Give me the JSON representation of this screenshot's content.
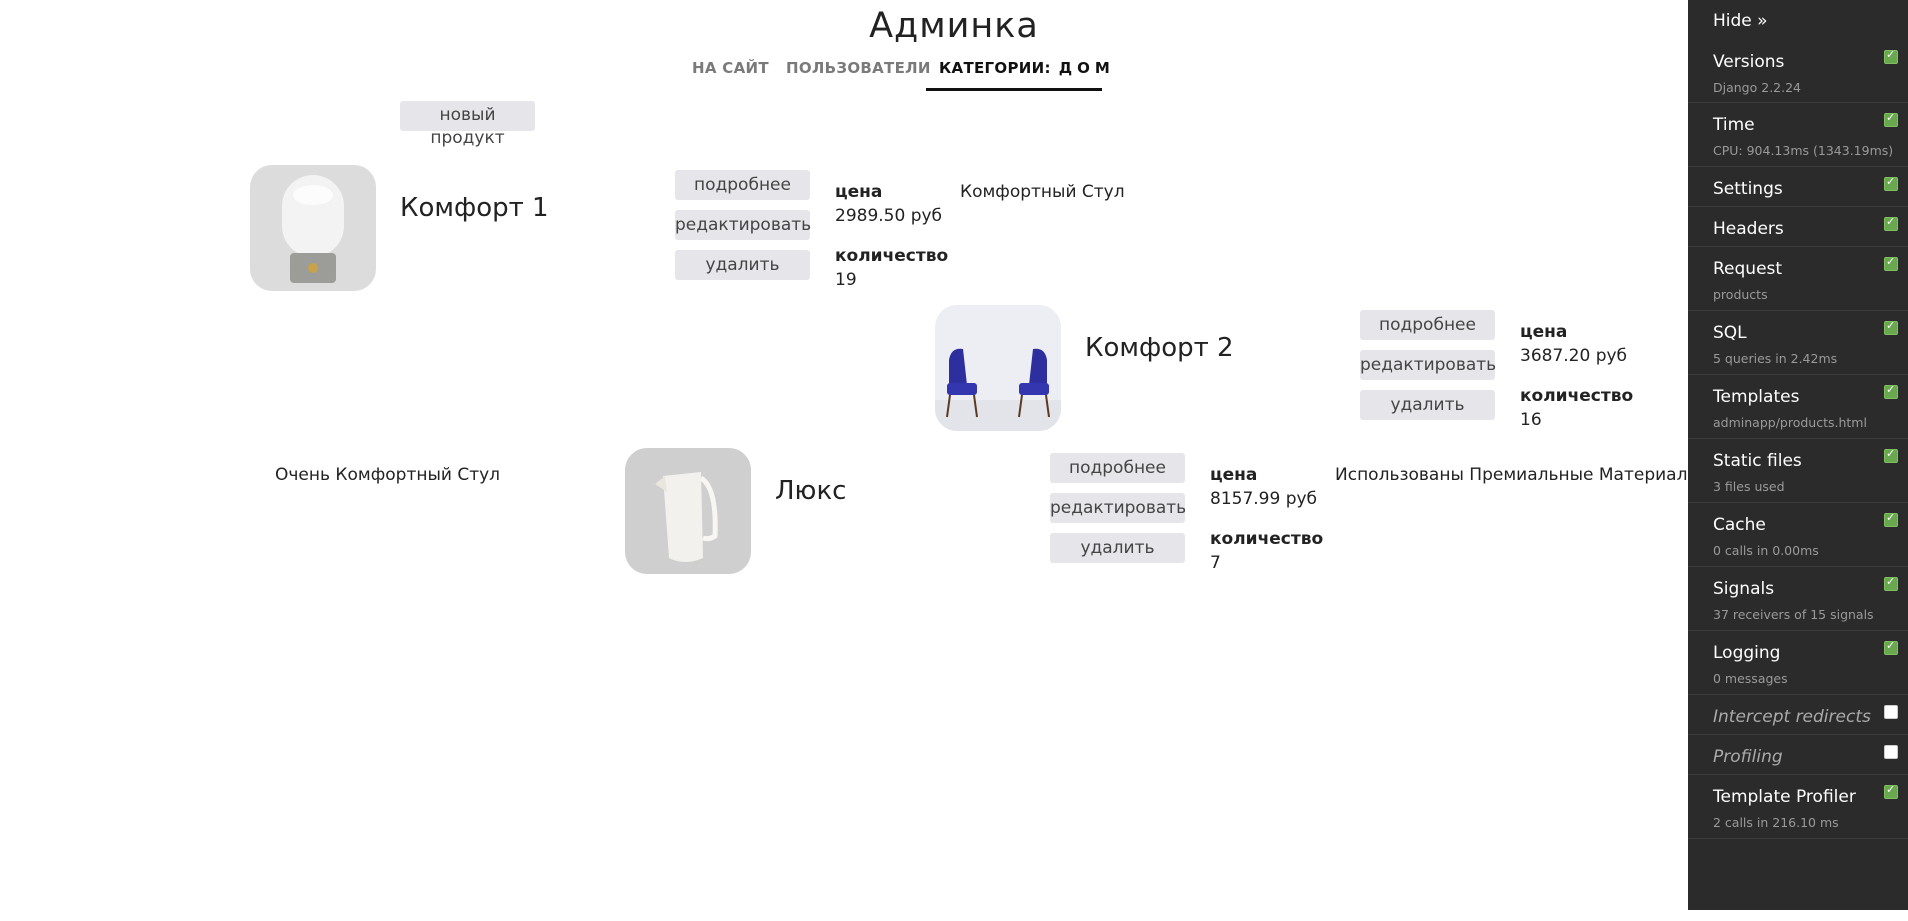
{
  "header": {
    "title": "Админка",
    "nav": [
      {
        "label": "на сайт"
      },
      {
        "label": "пользователи"
      },
      {
        "label": "категории:",
        "category": "дом"
      }
    ]
  },
  "new_product": {
    "line1": "новый",
    "line2": "продукт"
  },
  "buttons": {
    "details": "подробнее",
    "edit": "редактировать",
    "delete": "удалить"
  },
  "labels": {
    "price": "цена",
    "quantity": "количество"
  },
  "products": [
    {
      "name": "Комфорт 1",
      "price": "2989.50 руб",
      "quantity": "19",
      "description": "Комфортный Стул",
      "image": "lamp"
    },
    {
      "name": "Комфорт 2",
      "price": "3687.20 руб",
      "quantity": "16",
      "description": "Очень Комфортный Стул",
      "image": "blue-armchairs"
    },
    {
      "name": "Люкс",
      "price": "8157.99 руб",
      "quantity": "7",
      "description": "Использованы Премиальные Материалы",
      "image": "white-jug"
    }
  ],
  "debug_toolbar": {
    "hide": "Hide »",
    "panels": [
      {
        "title": "Versions",
        "sub": "Django 2.2.24",
        "checked": true
      },
      {
        "title": "Time",
        "sub": "CPU: 904.13ms (1343.19ms)",
        "checked": true
      },
      {
        "title": "Settings",
        "sub": "",
        "checked": true
      },
      {
        "title": "Headers",
        "sub": "",
        "checked": true
      },
      {
        "title": "Request",
        "sub": "products",
        "checked": true
      },
      {
        "title": "SQL",
        "sub": "5 queries in 2.42ms",
        "checked": true
      },
      {
        "title": "Templates",
        "sub": "adminapp/products.html",
        "checked": true
      },
      {
        "title": "Static files",
        "sub": "3 files used",
        "checked": true
      },
      {
        "title": "Cache",
        "sub": "0 calls in 0.00ms",
        "checked": true
      },
      {
        "title": "Signals",
        "sub": "37 receivers of 15 signals",
        "checked": true
      },
      {
        "title": "Logging",
        "sub": "0 messages",
        "checked": true
      },
      {
        "title": "Intercept redirects",
        "sub": "",
        "checked": false
      },
      {
        "title": "Profiling",
        "sub": "",
        "checked": false
      },
      {
        "title": "Template Profiler",
        "sub": "2 calls in 216.10 ms",
        "checked": true
      }
    ]
  }
}
